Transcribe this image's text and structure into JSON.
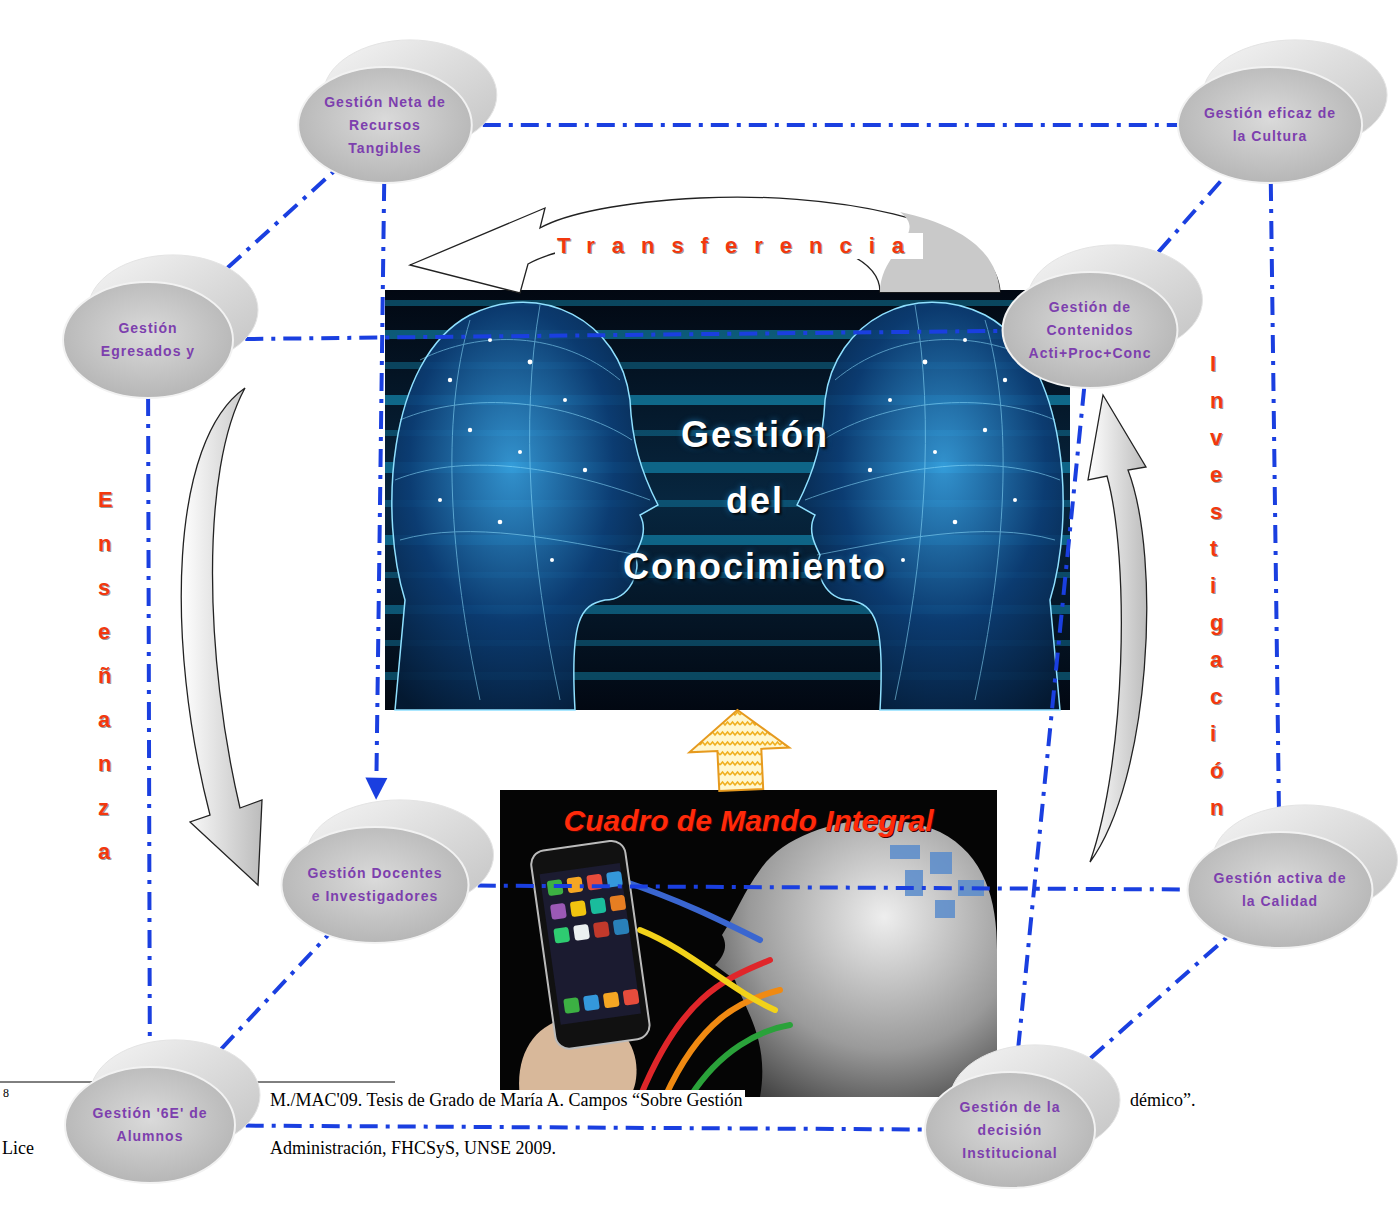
{
  "diagram": {
    "nodes": [
      {
        "text": [
          "Gestión Neta de Recursos Tangibles"
        ]
      },
      {
        "text": [
          "Gestión eficaz de la Cultura"
        ]
      },
      {
        "text": [
          "Gestión Egresados y"
        ]
      },
      {
        "text": [
          "Gestión de Contenidos Acti+Proc+Conc"
        ]
      },
      {
        "text": [
          "Gestión del Conocimiento"
        ]
      },
      {
        "text": [
          "Cuadro de Mando Integral"
        ]
      },
      {
        "text": [
          "Gestión Docentes e Investigadores"
        ]
      },
      {
        "text": [
          "Gestión activa de la Calidad"
        ]
      },
      {
        "text": [
          "Gestión '6E' de Alumnos"
        ]
      },
      {
        "text": [
          "Gestión de la decisión Institucional"
        ]
      }
    ],
    "edges": [
      {
        "from": 0,
        "to": 1,
        "arrow": "none"
      },
      {
        "from": 2,
        "to": 0,
        "arrow": "none"
      },
      {
        "from": 3,
        "to": 1,
        "arrow": "none"
      },
      {
        "from": 2,
        "to": 3,
        "arrow": "none"
      },
      {
        "from": 0,
        "to": 6,
        "arrow": "to"
      },
      {
        "from": 1,
        "to": 7,
        "arrow": "none"
      },
      {
        "from": 2,
        "to": 8,
        "arrow": "none"
      },
      {
        "from": 3,
        "to": 9,
        "arrow": "none"
      },
      {
        "from": 5,
        "to": 4,
        "arrow": "to"
      },
      {
        "from": 6,
        "to": 7,
        "arrow": "none"
      },
      {
        "from": 8,
        "to": 6,
        "arrow": "none"
      },
      {
        "from": 9,
        "to": 7,
        "arrow": "none"
      },
      {
        "from": 8,
        "to": 9,
        "arrow": "none"
      }
    ],
    "labels": [
      "Transferencia",
      "Enseñanza",
      "Investigación",
      "8",
      "M./MAC'09. Tesis de Grado de María A. Campos “Sobre Gestión",
      "démico”.",
      "Lice",
      "Administración, FHCSyS, UNSE 2009."
    ]
  }
}
